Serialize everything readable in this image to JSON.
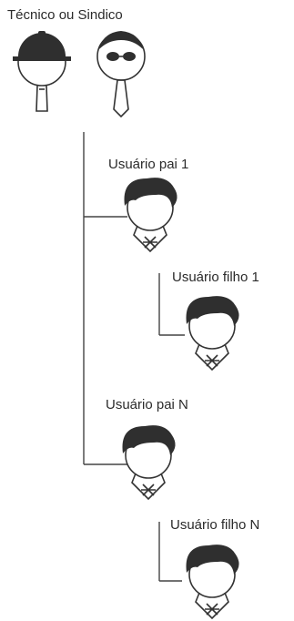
{
  "header": {
    "title": "Técnico ou Sindico"
  },
  "nodes": [
    {
      "key": "parent1",
      "label": "Usuário pai 1"
    },
    {
      "key": "child1",
      "label": "Usuário filho 1"
    },
    {
      "key": "parentN",
      "label": "Usuário pai N"
    },
    {
      "key": "childN",
      "label": "Usuário filho N"
    }
  ],
  "icons": {
    "technician": "hard-hat-worker-icon",
    "syndic": "sunglasses-man-icon",
    "user": "user-face-icon"
  },
  "colors": {
    "ink": "#2f2f2f",
    "line": "#444444",
    "background": "#ffffff"
  }
}
